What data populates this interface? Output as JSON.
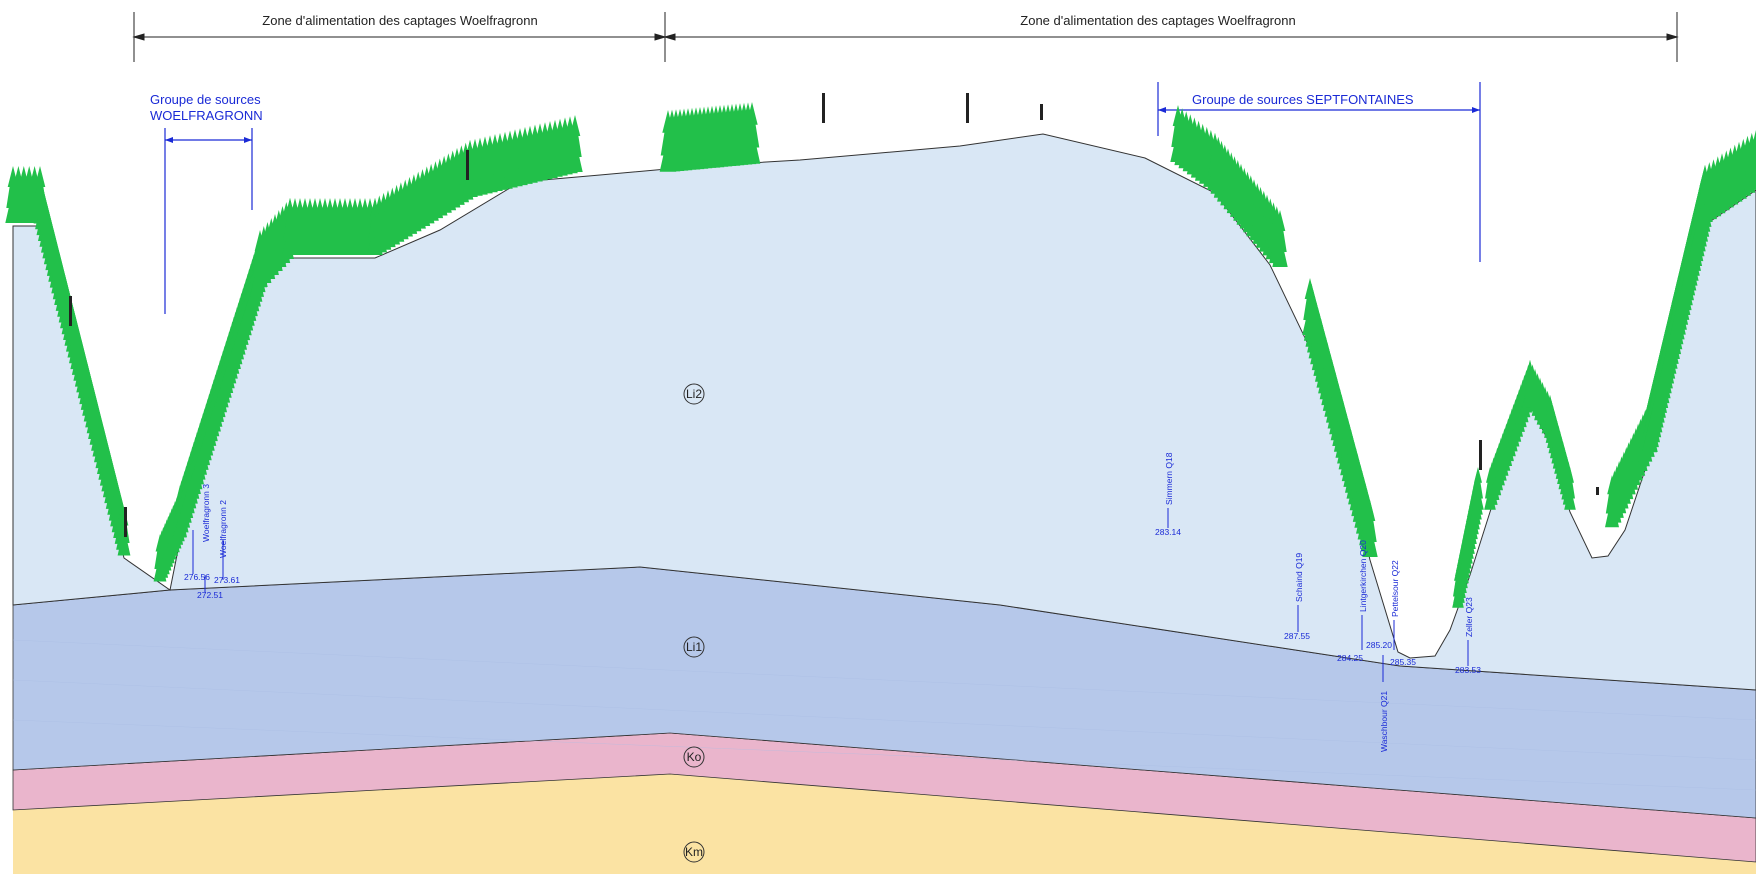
{
  "zones": {
    "left_label": "Zone d'alimentation des captages Woelfragronn",
    "right_label": "Zone d'alimentation des captages Woelfragronn"
  },
  "source_groups": {
    "woelfragronn_line1": "Groupe de sources",
    "woelfragronn_line2": "WOELFRAGRONN",
    "septfontaines": "Groupe de sources SEPTFONTAINES"
  },
  "units": {
    "li2": "Li2",
    "li1": "Li1",
    "ko": "Ko",
    "km": "Km"
  },
  "colors": {
    "li2": "#d9e7f5",
    "li1": "#b6c8ea",
    "ko": "#eab5cc",
    "km": "#fbe3a3",
    "trees": "#22c04a",
    "annotation_blue": "#1a2ad6"
  },
  "springs": [
    {
      "name": "Woelfragronn 3",
      "elevation": "276.56"
    },
    {
      "name": "Woelfragronn 2",
      "elevation": "273.61"
    },
    {
      "name": "",
      "elevation": "272.51"
    },
    {
      "name": "Simmern Q18",
      "elevation": "283.14"
    },
    {
      "name": "Schaind Q19",
      "elevation": "287.55"
    },
    {
      "name": "Lintgerkirchen Q20",
      "elevation": "285.20"
    },
    {
      "name": "",
      "elevation": "284.25"
    },
    {
      "name": "Pettelsour Q22",
      "elevation": "285.35"
    },
    {
      "name": "Waschbour Q21",
      "elevation": ""
    },
    {
      "name": "Zeller Q23",
      "elevation": "283.53"
    }
  ]
}
